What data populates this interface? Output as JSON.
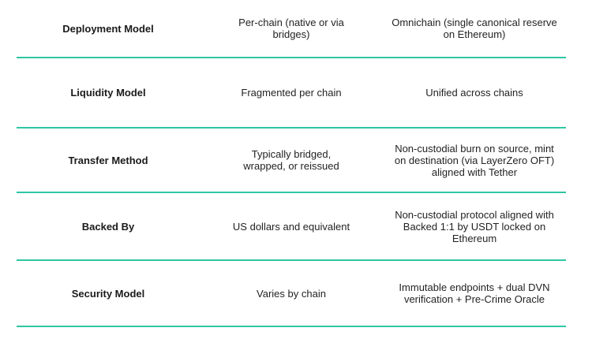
{
  "table": {
    "divider_color": "#2fc6a3",
    "text_color": "#232323",
    "label_color": "#1a1a1a",
    "rows": [
      {
        "label": "Deployment Model",
        "col2": "Per-chain (native or via bridges)",
        "col3": "Omnichain (single canonical reserve on Ethereum)"
      },
      {
        "label": "Liquidity Model",
        "col2": "Fragmented per chain",
        "col3": "Unified across chains"
      },
      {
        "label": "Transfer Method",
        "col2": "Typically bridged, wrapped, or reissued",
        "col3": "Non-custodial burn on source, mint on destination (via LayerZero OFT) aligned with Tether"
      },
      {
        "label": "Backed By",
        "col2": "US dollars and equivalent",
        "col3": "Non-custodial protocol aligned with Backed 1:1 by USDT locked on Ethereum"
      },
      {
        "label": "Security Model",
        "col2": "Varies by chain",
        "col3": "Immutable endpoints + dual DVN verification + Pre-Crime Oracle"
      }
    ]
  }
}
